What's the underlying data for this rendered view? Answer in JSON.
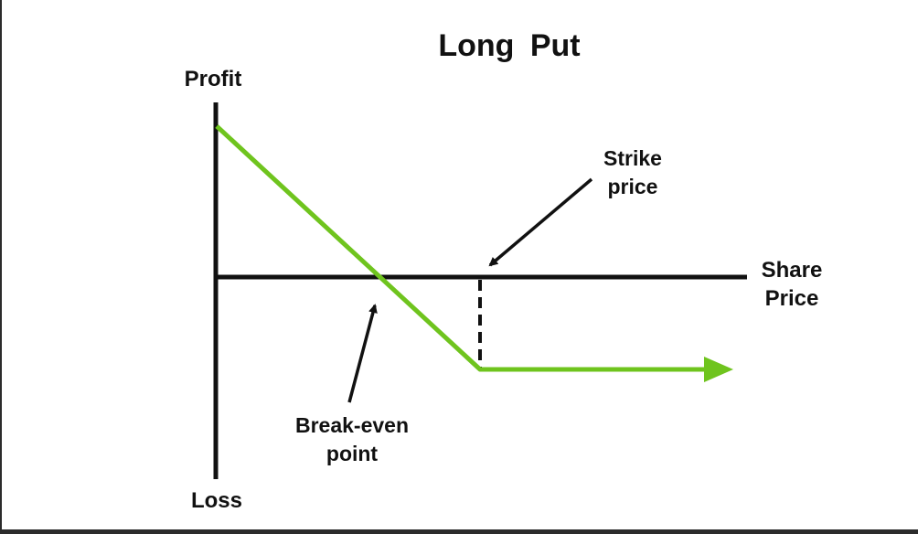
{
  "title": "Long  Put",
  "axes": {
    "y_top_label": "Profit",
    "y_bottom_label": "Loss",
    "x_label": "Share Price"
  },
  "annotations": {
    "strike_price": "Strike price",
    "break_even": "Break-even point"
  },
  "colors": {
    "payoff_line": "#6fc41e",
    "axis": "#111111",
    "text": "#111111"
  },
  "icons": {
    "payoff_arrow": "arrowhead-right",
    "callout_arrow": "arrow"
  }
}
